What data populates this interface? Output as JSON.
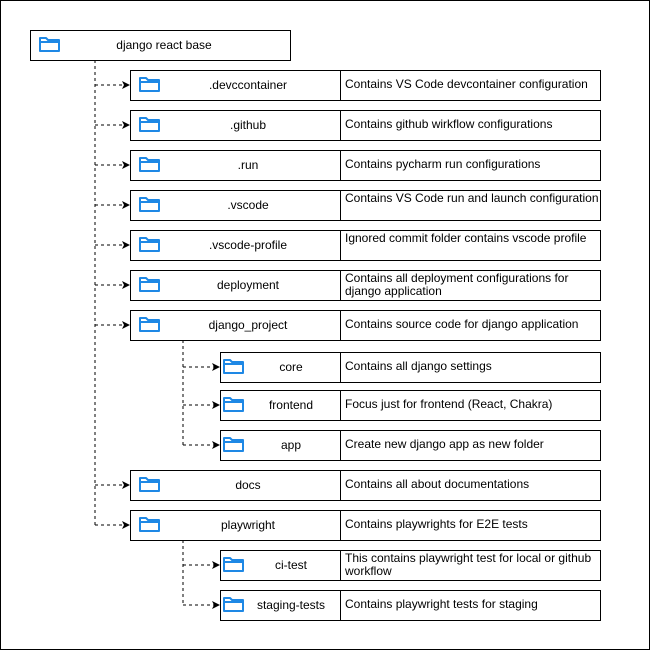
{
  "diagram": {
    "root": {
      "name": "django react base",
      "icon": "folder-icon"
    },
    "folders": [
      {
        "id": "devccontainer",
        "name": ".devccontainer",
        "description": "Contains VS Code devcontainer configuration",
        "icon": "folder-icon"
      },
      {
        "id": "github",
        "name": ".github",
        "description": "Contains github wirkflow configurations",
        "icon": "folder-icon"
      },
      {
        "id": "run",
        "name": ".run",
        "description": "Contains pycharm run configurations",
        "icon": "folder-icon"
      },
      {
        "id": "vscode",
        "name": ".vscode",
        "description": "Contains VS Code run and launch configuration",
        "icon": "folder-icon"
      },
      {
        "id": "vscode-profile",
        "name": ".vscode-profile",
        "description": "Ignored commit folder contains vscode profile",
        "icon": "folder-icon"
      },
      {
        "id": "deployment",
        "name": "deployment",
        "description": "Contains all deployment configurations for django application",
        "icon": "folder-icon"
      },
      {
        "id": "django-project",
        "name": "django_project",
        "description": "Contains source code for django application",
        "icon": "folder-icon",
        "children": [
          {
            "id": "core",
            "name": "core",
            "description": "Contains all django settings",
            "icon": "folder-icon"
          },
          {
            "id": "frontend",
            "name": "frontend",
            "description": "Focus just for frontend (React, Chakra)",
            "icon": "folder-icon"
          },
          {
            "id": "app",
            "name": "app",
            "description": "Create new django app as new folder",
            "icon": "folder-icon"
          }
        ]
      },
      {
        "id": "docs",
        "name": "docs",
        "description": "Contains all about documentations",
        "icon": "folder-icon"
      },
      {
        "id": "playwright",
        "name": "playwright",
        "description": "Contains playwrights for E2E tests",
        "icon": "folder-icon",
        "children": [
          {
            "id": "ci-test",
            "name": "ci-test",
            "description": "This contains playwright test for local or github workflow",
            "icon": "folder-icon"
          },
          {
            "id": "staging-tests",
            "name": "staging-tests",
            "description": "Contains playwright tests for staging",
            "icon": "folder-icon"
          }
        ]
      }
    ],
    "colors": {
      "folder_icon": "#1e88e5",
      "line": "#000000",
      "background": "#ffffff"
    }
  }
}
